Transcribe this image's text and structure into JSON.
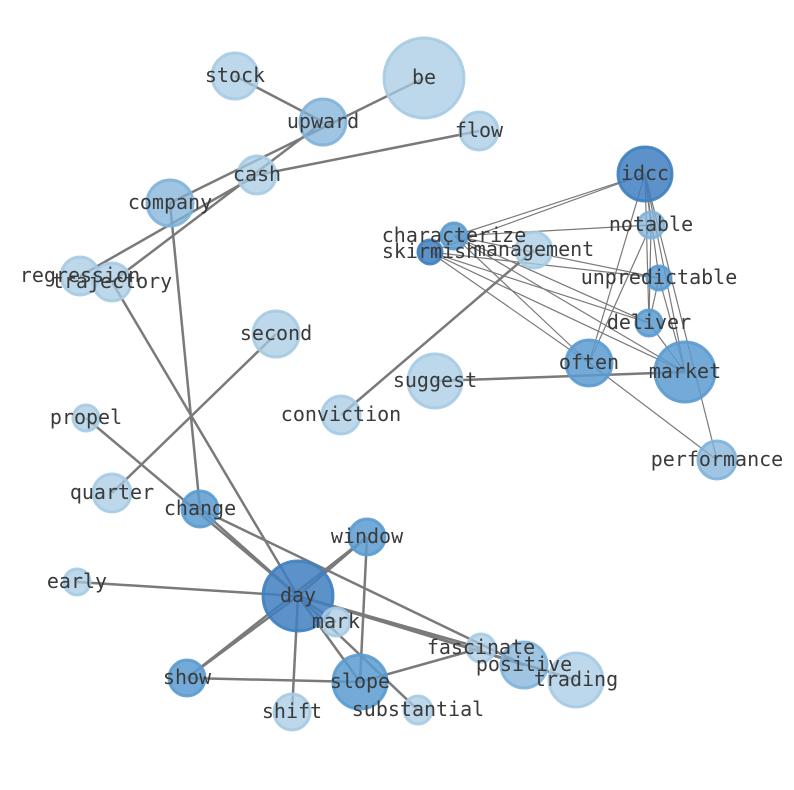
{
  "graph": {
    "nodes": [
      {
        "id": "be",
        "label": "be",
        "level": 1
      },
      {
        "id": "stock",
        "label": "stock",
        "level": 1
      },
      {
        "id": "upward",
        "label": "upward",
        "level": 2
      },
      {
        "id": "flow",
        "label": "flow",
        "level": 1
      },
      {
        "id": "cash",
        "label": "cash",
        "level": 1
      },
      {
        "id": "company",
        "label": "company",
        "level": 2
      },
      {
        "id": "regression",
        "label": "regression",
        "level": 1
      },
      {
        "id": "trajectory",
        "label": "trajectory",
        "level": 1
      },
      {
        "id": "second",
        "label": "second",
        "level": 1
      },
      {
        "id": "propel",
        "label": "propel",
        "level": 1
      },
      {
        "id": "quarter",
        "label": "quarter",
        "level": 1
      },
      {
        "id": "change",
        "label": "change",
        "level": 3
      },
      {
        "id": "early",
        "label": "early",
        "level": 1
      },
      {
        "id": "day",
        "label": "day",
        "level": 4
      },
      {
        "id": "window",
        "label": "window",
        "level": 3
      },
      {
        "id": "mark",
        "label": "mark",
        "level": 1
      },
      {
        "id": "show",
        "label": "show",
        "level": 3
      },
      {
        "id": "shift",
        "label": "shift",
        "level": 1
      },
      {
        "id": "slope",
        "label": "slope",
        "level": 3
      },
      {
        "id": "substantial",
        "label": "substantial",
        "level": 1
      },
      {
        "id": "fascinate",
        "label": "fascinate",
        "level": 1
      },
      {
        "id": "positive",
        "label": "positive",
        "level": 2
      },
      {
        "id": "trading",
        "label": "trading",
        "level": 1
      },
      {
        "id": "conviction",
        "label": "conviction",
        "level": 1
      },
      {
        "id": "suggest",
        "label": "suggest",
        "level": 1
      },
      {
        "id": "often",
        "label": "often",
        "level": 3
      },
      {
        "id": "market",
        "label": "market",
        "level": 3
      },
      {
        "id": "performance",
        "label": "performance",
        "level": 2
      },
      {
        "id": "idcc",
        "label": "idcc",
        "level": 4
      },
      {
        "id": "notable",
        "label": "notable",
        "level": 2
      },
      {
        "id": "characterize",
        "label": "characterize",
        "level": 3
      },
      {
        "id": "skirmish",
        "label": "skirmish",
        "level": 4
      },
      {
        "id": "management",
        "label": "management",
        "level": 1
      },
      {
        "id": "unpredictable",
        "label": "unpredictable",
        "level": 3
      },
      {
        "id": "deliver",
        "label": "deliver",
        "level": 3
      }
    ],
    "edges": [
      [
        "stock",
        "upward"
      ],
      [
        "be",
        "company"
      ],
      [
        "upward",
        "trajectory"
      ],
      [
        "flow",
        "cash"
      ],
      [
        "cash",
        "regression"
      ],
      [
        "company",
        "change"
      ],
      [
        "trajectory",
        "day"
      ],
      [
        "second",
        "quarter"
      ],
      [
        "propel",
        "day"
      ],
      [
        "change",
        "day"
      ],
      [
        "change",
        "positive"
      ],
      [
        "early",
        "day"
      ],
      [
        "day",
        "window"
      ],
      [
        "day",
        "mark"
      ],
      [
        "day",
        "show"
      ],
      [
        "day",
        "shift"
      ],
      [
        "day",
        "slope"
      ],
      [
        "day",
        "substantial"
      ],
      [
        "day",
        "fascinate"
      ],
      [
        "day",
        "positive"
      ],
      [
        "day",
        "trading"
      ],
      [
        "window",
        "show"
      ],
      [
        "window",
        "slope"
      ],
      [
        "slope",
        "show"
      ],
      [
        "slope",
        "fascinate"
      ],
      [
        "conviction",
        "management"
      ],
      [
        "suggest",
        "market"
      ],
      [
        "often",
        "idcc"
      ],
      [
        "often",
        "notable"
      ],
      [
        "often",
        "characterize"
      ],
      [
        "often",
        "skirmish"
      ],
      [
        "often",
        "performance"
      ],
      [
        "market",
        "idcc"
      ],
      [
        "market",
        "characterize"
      ],
      [
        "market",
        "skirmish"
      ],
      [
        "market",
        "unpredictable"
      ],
      [
        "market",
        "deliver"
      ],
      [
        "idcc",
        "characterize"
      ],
      [
        "idcc",
        "skirmish"
      ],
      [
        "idcc",
        "notable"
      ],
      [
        "idcc",
        "unpredictable"
      ],
      [
        "idcc",
        "deliver"
      ],
      [
        "idcc",
        "performance"
      ],
      [
        "characterize",
        "notable"
      ],
      [
        "characterize",
        "unpredictable"
      ],
      [
        "characterize",
        "deliver"
      ],
      [
        "skirmish",
        "unpredictable"
      ],
      [
        "skirmish",
        "deliver"
      ],
      [
        "notable",
        "deliver"
      ],
      [
        "unpredictable",
        "deliver"
      ]
    ]
  },
  "colors": {
    "level_1": "#a6cbe3",
    "level_2": "#7fb2da",
    "level_3": "#5b9bd0",
    "level_4": "#3f7fbf",
    "edge": "#7a7a7a",
    "label": "#3a3a3a"
  }
}
